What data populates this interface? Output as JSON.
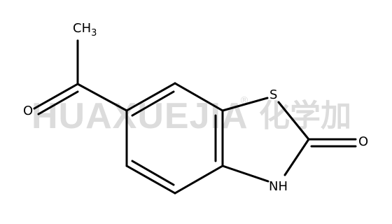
{
  "watermark": {
    "latin": "HUAXUEJIA",
    "registered": "®",
    "cjk": "化学加"
  },
  "atoms": {
    "methyl_main": "CH",
    "methyl_sub": "3",
    "carbonyl_oxygen": "O",
    "sulfur": "S",
    "ring_oxygen": "O",
    "nh": "NH"
  }
}
